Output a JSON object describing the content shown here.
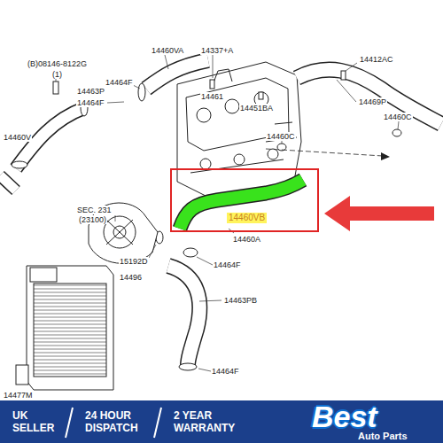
{
  "diagram": {
    "nodes": [
      {
        "text": [
          "14460VB"
        ]
      }
    ],
    "labels": [
      "(B)08146-8122G",
      "(1)",
      "14460VA",
      "14337+A",
      "14412AC",
      "14464F",
      "14463P",
      "14464F",
      "14461",
      "14451BA",
      "14469P",
      "14460C",
      "14460C",
      "14460V",
      "SEC. 231",
      "(23100)",
      "14460A",
      "15192D",
      "14464F",
      "14496",
      "14463PB",
      "14464F",
      "14477M",
      "UK SELLER",
      "24 HOUR DISPATCH",
      "2 YEAR WARRANTY",
      "Best",
      "Auto Parts"
    ]
  }
}
